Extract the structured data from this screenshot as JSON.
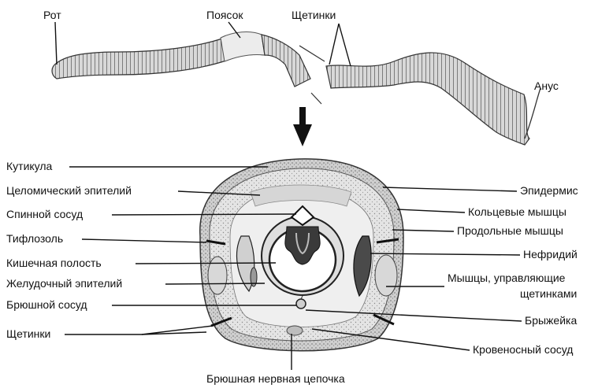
{
  "labels": {
    "mouth": "Рот",
    "clitellum": "Поясок",
    "setae_top": "Щетинки",
    "anus": "Анус",
    "cuticle": "Кутикула",
    "coelomic_epithelium": "Целомический эпителий",
    "dorsal_vessel": "Спинной сосуд",
    "typhlosole": "Тифлозоль",
    "intestinal_cavity": "Кишечная полость",
    "gastric_epithelium": "Желудочный эпителий",
    "ventral_vessel": "Брюшной сосуд",
    "setae_bottom": "Щетинки",
    "epidermis": "Эпидермис",
    "circular_muscles": "Кольцевые мышцы",
    "longitudinal_muscles": "Продольные мышцы",
    "nephridium": "Нефридий",
    "setae_muscles_line1": "Мышцы, управляющие",
    "setae_muscles_line2": "щетинками",
    "mesentery": "Брыжейка",
    "blood_vessel": "Кровеносный сосуд",
    "ventral_nerve_cord": "Брюшная нервная цепочка"
  }
}
